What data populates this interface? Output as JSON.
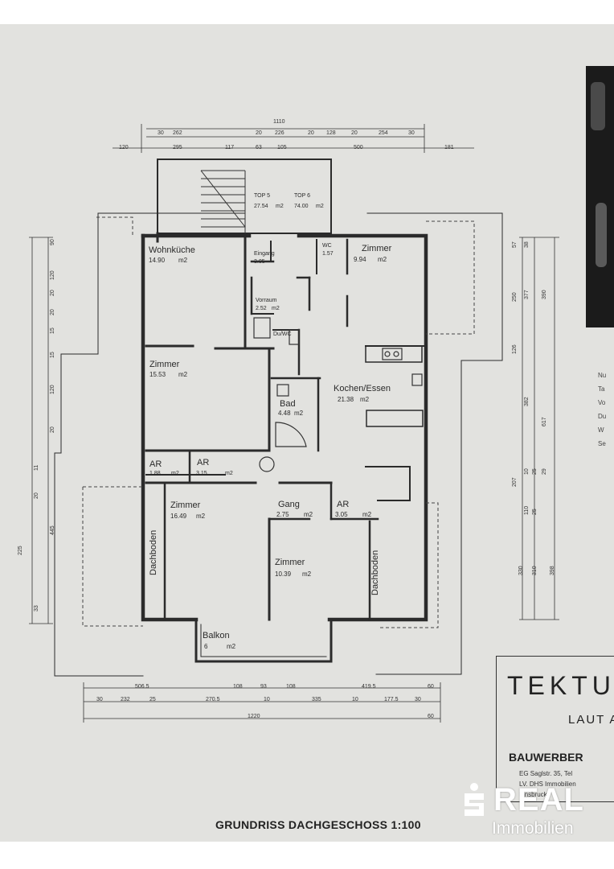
{
  "plan": {
    "rooms": [
      {
        "id": "wohnkueche",
        "name": "Wohnküche",
        "area": "14.90",
        "unit": "m2"
      },
      {
        "id": "eingang",
        "name": "Eingang",
        "area": "3.05",
        "unit": ""
      },
      {
        "id": "wc",
        "name": "WC",
        "area": "1.57",
        "unit": ""
      },
      {
        "id": "zimmer_ne",
        "name": "Zimmer",
        "area": "9.94",
        "unit": "m2"
      },
      {
        "id": "vorraum",
        "name": "Vorraum",
        "area": "2.52",
        "unit": "m2"
      },
      {
        "id": "du_wc",
        "name": "Du/WC",
        "area": "",
        "unit": ""
      },
      {
        "id": "zimmer_w",
        "name": "Zimmer",
        "area": "15.53",
        "unit": "m2"
      },
      {
        "id": "bad",
        "name": "Bad",
        "area": "4.48",
        "unit": "m2"
      },
      {
        "id": "kochen",
        "name": "Kochen/Essen",
        "area": "21.38",
        "unit": "m2"
      },
      {
        "id": "ar_1",
        "name": "AR",
        "area": "1.88",
        "unit": "m2"
      },
      {
        "id": "ar_2",
        "name": "AR",
        "area": "3.15",
        "unit": "m2"
      },
      {
        "id": "zimmer_sw",
        "name": "Zimmer",
        "area": "16.49",
        "unit": "m2"
      },
      {
        "id": "gang",
        "name": "Gang",
        "area": "2.75",
        "unit": "m2"
      },
      {
        "id": "ar_3",
        "name": "AR",
        "area": "3.05",
        "unit": "m2"
      },
      {
        "id": "zimmer_s",
        "name": "Zimmer",
        "area": "10.39",
        "unit": "m2"
      },
      {
        "id": "balkon",
        "name": "Balkon",
        "area": "6",
        "unit": "m2"
      }
    ],
    "tops": [
      {
        "name": "TOP 5",
        "value": "27.54",
        "unit": "m2"
      },
      {
        "name": "TOP 6",
        "value": "74.00",
        "unit": "m2"
      }
    ],
    "dachboden": [
      "Dachboden",
      "Dachboden"
    ],
    "dims_top": {
      "overall": "1110",
      "row1": [
        "30",
        "262",
        "20",
        "226",
        "20",
        "128",
        "20",
        "254",
        "30"
      ],
      "row2": [
        "120",
        "295",
        "117",
        "63",
        "105",
        "500",
        "181"
      ]
    },
    "dims_bottom": {
      "row1": [
        "506.5",
        "108",
        "93",
        "108",
        "419.5",
        "60"
      ],
      "row2": [
        "30",
        "232",
        "25",
        "270.5",
        "10",
        "335",
        "10",
        "177.5",
        "30"
      ],
      "overall": "1220",
      "right": "60"
    },
    "dims_right": [
      "57",
      "38",
      "250",
      "377",
      "390",
      "126",
      "382",
      "617",
      "207",
      "10",
      "25",
      "29",
      "110",
      "25",
      "310",
      "330",
      "398"
    ],
    "dims_left": [
      "90",
      "120",
      "20",
      "20",
      "15",
      "15",
      "120",
      "20",
      "11",
      "20",
      "445",
      "225",
      "33"
    ]
  },
  "title_block": {
    "title": "TEKTU",
    "subtitle": "LAUT A",
    "owner": "BAUWERBER",
    "line1": "EG Saglstr. 35, Tel",
    "line2": "LV. DHS Immobilien",
    "line3": "Innsbruck"
  },
  "side_notes": [
    "Nu",
    "Ta",
    "Vo",
    "Du",
    "W",
    "Se"
  ],
  "caption": "GRUNDRISS DACHGESCHOSS 1:100",
  "logo": {
    "name": "REAL",
    "sub": "Immobilien",
    "color": "#ffffff"
  }
}
